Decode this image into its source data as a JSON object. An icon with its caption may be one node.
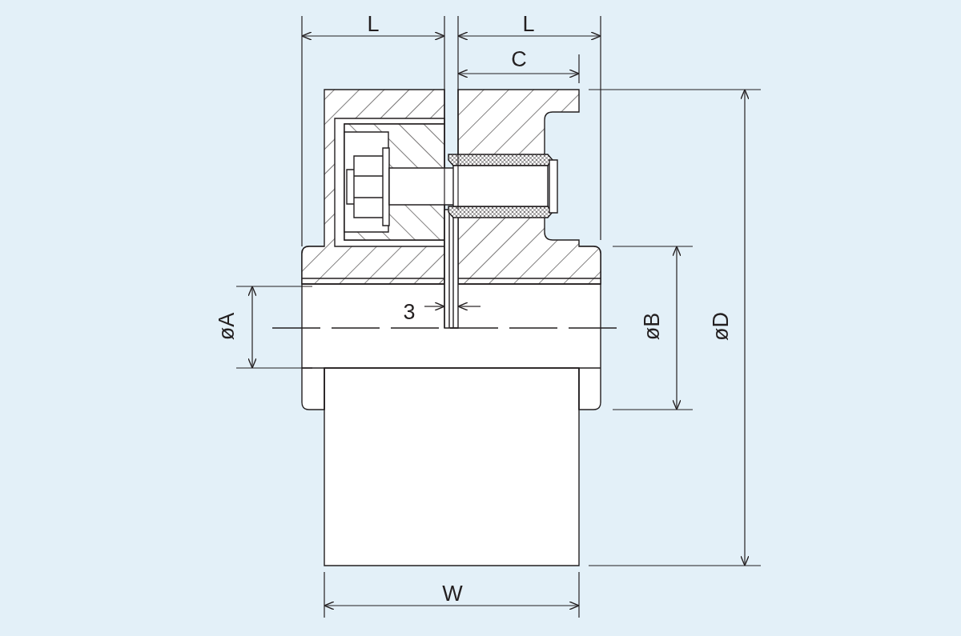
{
  "diagram": {
    "labels": [
      "L",
      "L",
      "C",
      "3",
      "øA",
      "øB",
      "øD",
      "W"
    ]
  }
}
